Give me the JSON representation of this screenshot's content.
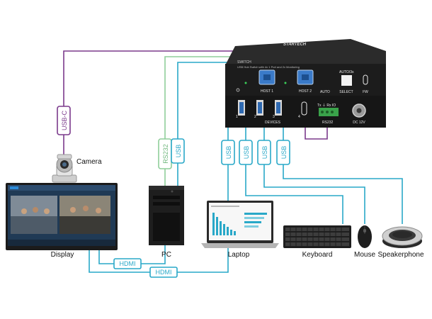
{
  "device": {
    "brand": "STARTECH",
    "model_line": "SWITCH",
    "subtitle": "USB Hub Switch with 4x 1 Port and 2x Monitoring",
    "host1_label": "HOST 1",
    "host2_label": "HOST 2",
    "auto_label": "AUTO",
    "auto_3s_label": "AUTO/3s",
    "select_label": "SELECT",
    "fw_label": "FW",
    "devices_label": "DEVICES",
    "rs232_label": "RS232",
    "rs232_pins": "Tx  ⏚  Rx  IO",
    "dc_label": "DC 12V",
    "port_numbers": [
      "1",
      "2",
      "3",
      "4"
    ]
  },
  "cables": {
    "usb_c": "USB-C",
    "rs232": "RS232",
    "usb": "USB",
    "hdmi": "HDMI"
  },
  "peripherals": {
    "camera": "Camera",
    "display": "Display",
    "pc": "PC",
    "laptop": "Laptop",
    "keyboard": "Keyboard",
    "mouse": "Mouse",
    "speakerphone": "Speakerphone"
  },
  "colors": {
    "usb_c_line": "#7b3a8c",
    "usb_line": "#29a8c8",
    "rs232_line": "#8fce9a",
    "hdmi_line": "#29a8c8",
    "device_body": "#1c1c1c"
  }
}
